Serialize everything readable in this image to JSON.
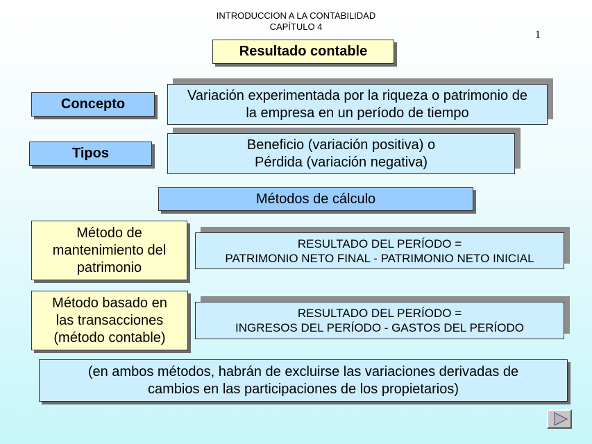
{
  "header": {
    "line1": "INTRODUCCION A LA CONTABILIDAD",
    "line2": "CAPÍTULO 4",
    "page_number": "1"
  },
  "title": "Resultado contable",
  "concept": {
    "label": "Concepto",
    "text_line1": "Variación experimentada por la riqueza o patrimonio de",
    "text_line2": "la empresa en un período de tiempo"
  },
  "types": {
    "label": "Tipos",
    "text_line1": "Beneficio (variación positiva) o",
    "text_line2": "Pérdida (variación negativa)"
  },
  "methods_heading": "Métodos de cálculo",
  "method_patrimony": {
    "label_line1": "Método de",
    "label_line2": "mantenimiento del",
    "label_line3": "patrimonio",
    "formula_line1": "RESULTADO DEL PERÍODO =",
    "formula_line2": "PATRIMONIO NETO FINAL - PATRIMONIO NETO INICIAL"
  },
  "method_transactions": {
    "label_line1": "Método basado en",
    "label_line2": "las transacciones",
    "label_line3": "(método contable)",
    "formula_line1": "RESULTADO DEL PERÍODO =",
    "formula_line2": "INGRESOS DEL PERÍODO - GASTOS DEL PERÍODO"
  },
  "note": {
    "line1": "(en ambos métodos, habrán de excluirse las variaciones derivadas de",
    "line2": "cambios en las participaciones de los propietarios)"
  },
  "nav": {
    "next_icon": "play-triangle-icon"
  }
}
